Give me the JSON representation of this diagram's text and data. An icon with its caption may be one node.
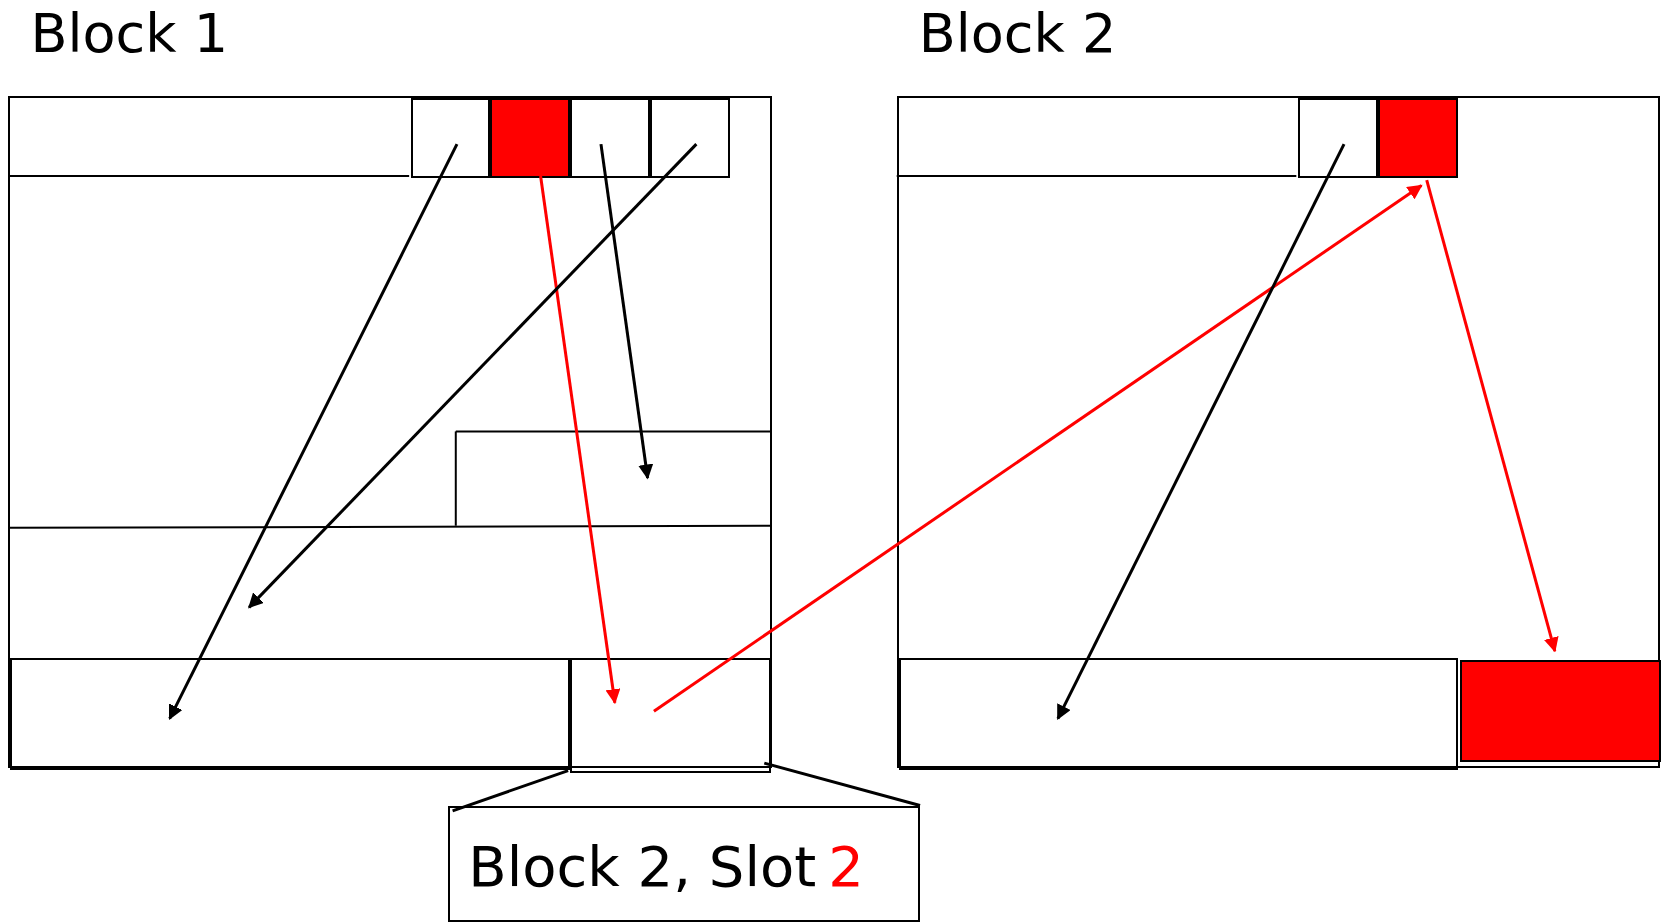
{
  "diagram": {
    "nodes": [
      {
        "text": [
          "Block 1"
        ]
      },
      {
        "text": [],
        "shape": "box",
        "in": 0
      },
      {
        "text": [],
        "shape": "box",
        "in": 0
      },
      {
        "text": [],
        "shape": "box",
        "in": 0
      },
      {
        "text": [],
        "shape": "box",
        "in": 0
      },
      {
        "text": [],
        "shape": "box",
        "in": 0
      },
      {
        "text": [],
        "shape": "box",
        "in": 0
      },
      {
        "text": [
          "Block 2"
        ]
      },
      {
        "text": [],
        "shape": "box",
        "in": 7
      },
      {
        "text": [],
        "shape": "box",
        "in": 7
      },
      {
        "text": [],
        "shape": "box",
        "in": 7
      },
      {
        "text": [],
        "shape": "box",
        "in": 7
      },
      {
        "text": [
          "Block 2, Slot",
          "2"
        ]
      }
    ],
    "edges": [
      {
        "from": 1,
        "to": 5,
        "arrow": "to"
      },
      {
        "from": 2,
        "to": 6,
        "arrow": "to",
        "color": "#ff0000"
      },
      {
        "from": 3,
        "to": null,
        "arrow": "to"
      },
      {
        "from": 4,
        "to": null,
        "arrow": "to"
      },
      {
        "from": 6,
        "to": 9,
        "arrow": "to",
        "color": "#ff0000"
      },
      {
        "from": 8,
        "to": 10,
        "arrow": "to"
      },
      {
        "from": 9,
        "to": 11,
        "arrow": "to",
        "color": "#ff0000"
      },
      {
        "from": 12,
        "to": 6,
        "arrow": "none"
      },
      {
        "from": 12,
        "to": 6,
        "arrow": "none"
      }
    ]
  }
}
